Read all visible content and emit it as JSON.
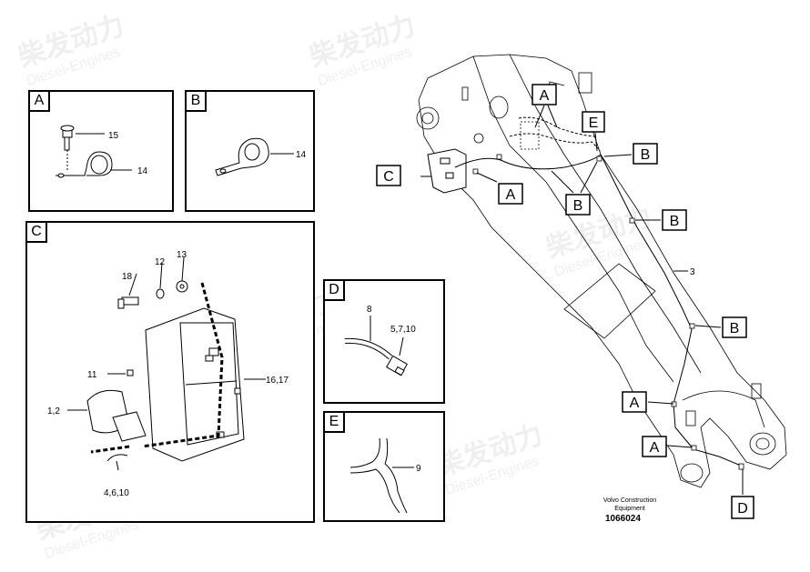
{
  "panels": {
    "A": {
      "label": "A",
      "parts": [
        "15",
        "14"
      ]
    },
    "B": {
      "label": "B",
      "parts": [
        "14"
      ]
    },
    "C": {
      "label": "C",
      "parts": [
        "18",
        "12",
        "13",
        "11",
        "16,17",
        "1,2",
        "4,6,10"
      ]
    },
    "D": {
      "label": "D",
      "parts": [
        "8",
        "5,7,10"
      ]
    },
    "E": {
      "label": "E",
      "parts": [
        "9"
      ]
    }
  },
  "main": {
    "callouts": [
      "A",
      "E",
      "B",
      "C",
      "A",
      "B",
      "B",
      "B",
      "A",
      "A",
      "D"
    ],
    "part_label": "3"
  },
  "caption": {
    "line1": "Volvo Construction",
    "line2": "Equipment"
  },
  "doc_number": "1066024",
  "watermark": {
    "brand": "柴发动力",
    "sub": "Diesel-Engines"
  },
  "colors": {
    "line": "#000000",
    "watermark": "#b4b4b4"
  }
}
